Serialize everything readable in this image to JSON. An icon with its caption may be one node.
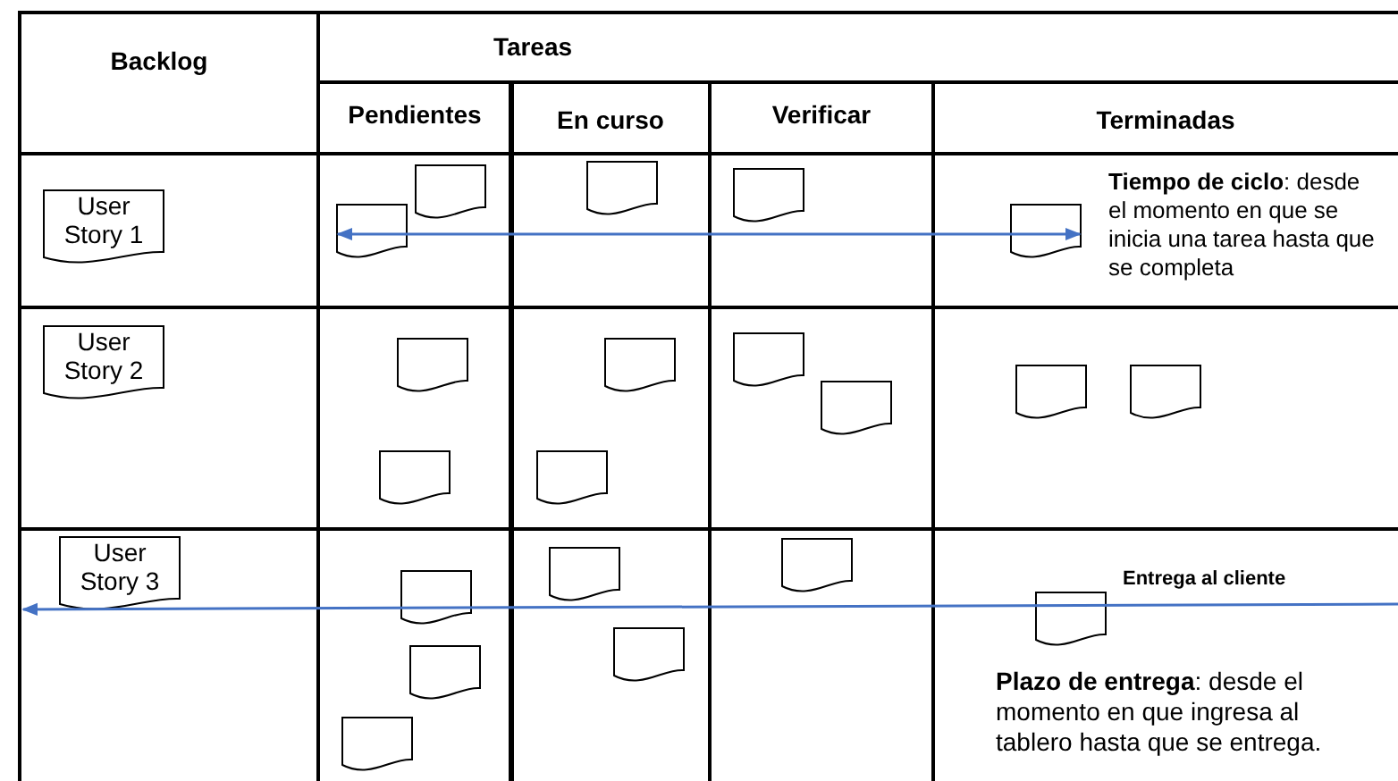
{
  "diagram": {
    "nodes": [
      {
        "text": [
          "User Story 1"
        ]
      },
      {
        "text": [],
        "shape": "document"
      },
      {
        "text": [],
        "shape": "document"
      },
      {
        "text": [],
        "shape": "document"
      },
      {
        "text": [],
        "shape": "document"
      },
      {
        "text": [],
        "shape": "document"
      },
      {
        "text": [
          "User Story 2"
        ]
      },
      {
        "text": [],
        "shape": "document"
      },
      {
        "text": [],
        "shape": "document"
      },
      {
        "text": [],
        "shape": "document"
      },
      {
        "text": [],
        "shape": "document"
      },
      {
        "text": [],
        "shape": "document"
      },
      {
        "text": [],
        "shape": "document"
      },
      {
        "text": [],
        "shape": "document"
      },
      {
        "text": [],
        "shape": "document"
      },
      {
        "text": [
          "User Story 3"
        ]
      },
      {
        "text": [],
        "shape": "document"
      },
      {
        "text": [],
        "shape": "document"
      },
      {
        "text": [],
        "shape": "document"
      },
      {
        "text": [],
        "shape": "document"
      },
      {
        "text": [],
        "shape": "document"
      },
      {
        "text": [],
        "shape": "document"
      },
      {
        "text": [],
        "shape": "document"
      }
    ],
    "edges": [
      {
        "from": 1,
        "to": 5,
        "arrow": "both",
        "color": "#4472c4"
      }
    ],
    "labels": [
      "Backlog",
      "Tareas",
      "Pendientes",
      "En curso",
      "Verificar",
      "Terminadas",
      "**Tiempo de ciclo**: desde el momento en que se inicia una tarea hasta que se completa",
      "Entrega al cliente",
      "**Plazo de entrega**: desde el momento en que ingresa al tablero hasta que se entrega."
    ]
  }
}
